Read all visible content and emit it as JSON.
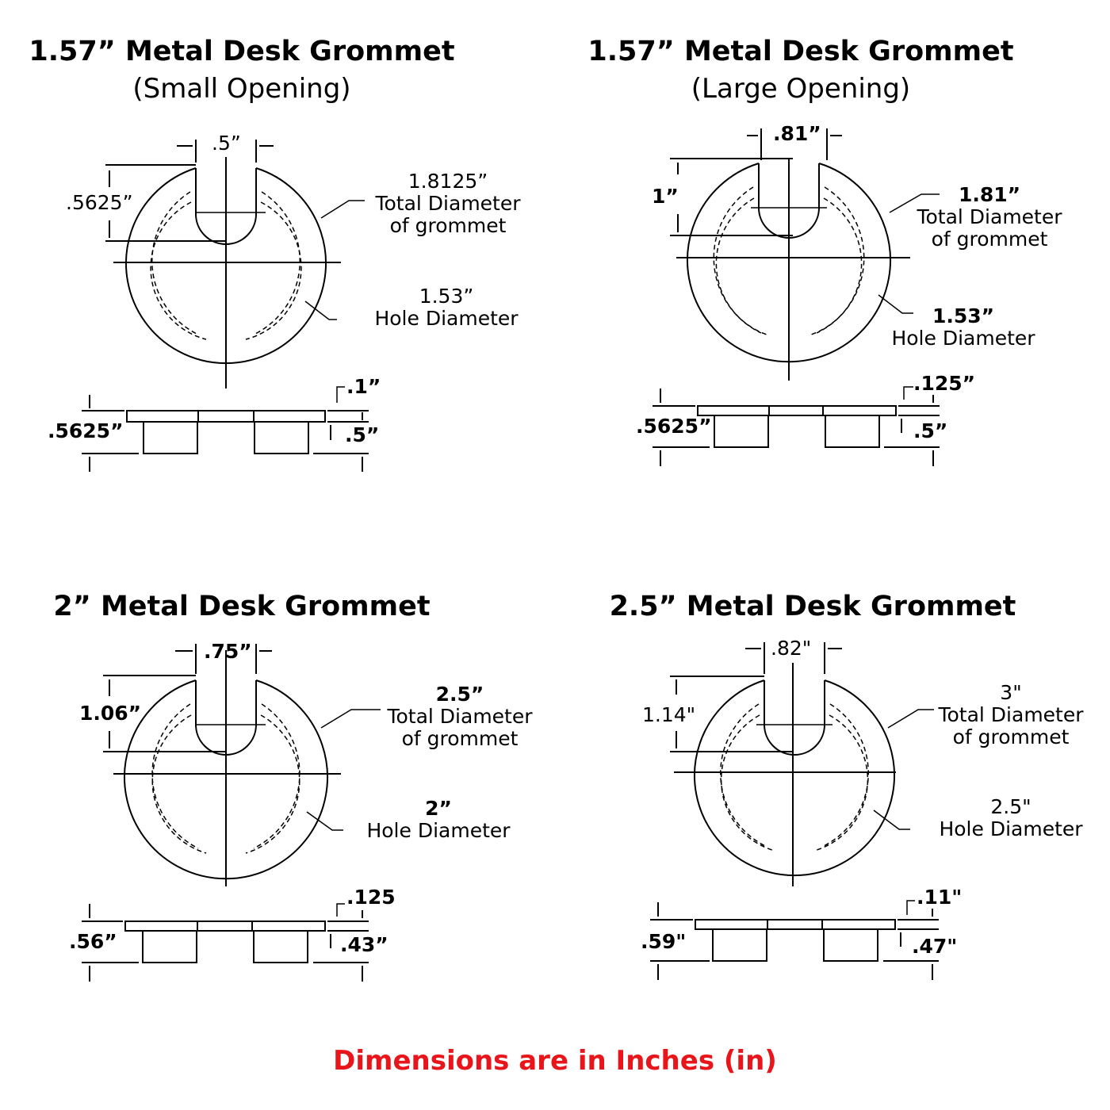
{
  "panels": [
    {
      "title": "1.57” Metal Desk Grommet",
      "subtitle": "(Small Opening)",
      "slot_width": ".5”",
      "slot_depth": ".5625”",
      "total_value": "1.8125”",
      "total_line1": "Total Diameter",
      "total_line2": "of grommet",
      "hole_value": "1.53”",
      "hole_label": "Hole Diameter",
      "flange_thickness": ".1”",
      "overall_height": ".5625”",
      "body_height": ".5”"
    },
    {
      "title": "1.57” Metal Desk Grommet",
      "subtitle": "(Large Opening)",
      "slot_width": ".81”",
      "slot_depth": "1”",
      "total_value": "1.81”",
      "total_line1": "Total Diameter",
      "total_line2": "of grommet",
      "hole_value": "1.53”",
      "hole_label": "Hole Diameter",
      "flange_thickness": ".125”",
      "overall_height": ".5625”",
      "body_height": ".5”"
    },
    {
      "title": "2” Metal Desk Grommet",
      "subtitle": "",
      "slot_width": ".75”",
      "slot_depth": "1.06”",
      "total_value": "2.5”",
      "total_line1": "Total Diameter",
      "total_line2": "of grommet",
      "hole_value": "2”",
      "hole_label": "Hole Diameter",
      "flange_thickness": ".125",
      "overall_height": ".56”",
      "body_height": ".43”"
    },
    {
      "title": "2.5” Metal Desk Grommet",
      "subtitle": "",
      "slot_width": ".82\"",
      "slot_depth": "1.14\"",
      "total_value": "3\"",
      "total_line1": "Total Diameter",
      "total_line2": "of grommet",
      "hole_value": "2.5\"",
      "hole_label": "Hole Diameter",
      "flange_thickness": ".11\"",
      "overall_height": ".59\"",
      "body_height": ".47\""
    }
  ],
  "footer": "Dimensions are in Inches (in)",
  "colors": {
    "footer": "#e8151b",
    "line": "#000000",
    "accent_tick": "#d42a2a"
  }
}
